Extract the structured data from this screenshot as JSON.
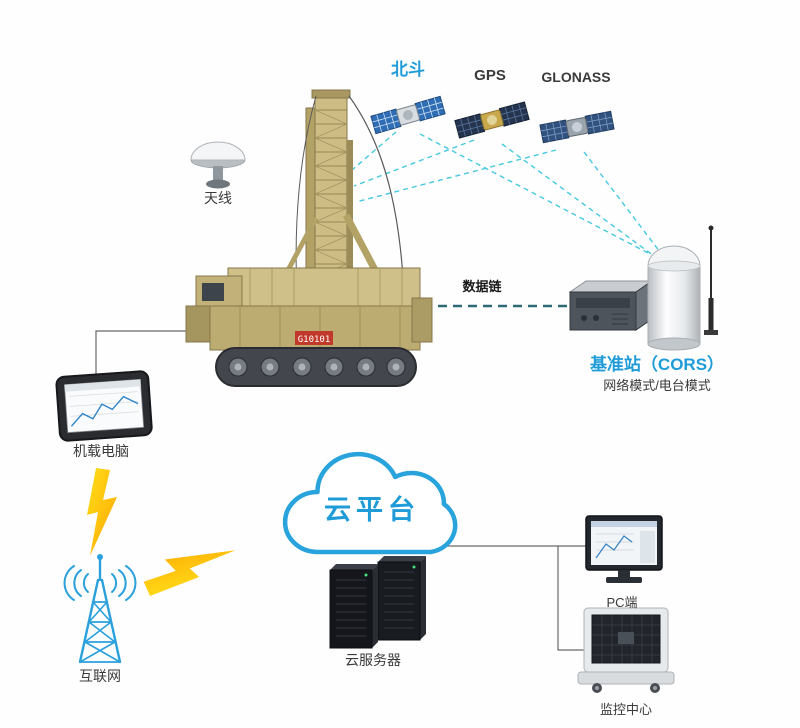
{
  "satellites": {
    "beidou": "北斗",
    "gps": "GPS",
    "glonass": "GLONASS"
  },
  "rig_antenna": "天线",
  "rig_marking": "G10101",
  "data_link": "数据链",
  "base_station": {
    "title": "基准站（CORS）",
    "subtitle": "网络模式/电台模式"
  },
  "onboard_computer": "机载电脑",
  "internet": "互联网",
  "cloud_platform": "云平台",
  "cloud_server": "云服务器",
  "pc": "PC端",
  "monitoring_center": "监控中心",
  "colors": {
    "accent_blue": "#1f9cd8",
    "satellite_link_cyan": "#45c8e0",
    "data_link_teal": "#2e6a76",
    "lightning_yellow": "#ffd11a",
    "tower_blue": "#2aa0dc",
    "dark_text": "#3a3a3a"
  }
}
